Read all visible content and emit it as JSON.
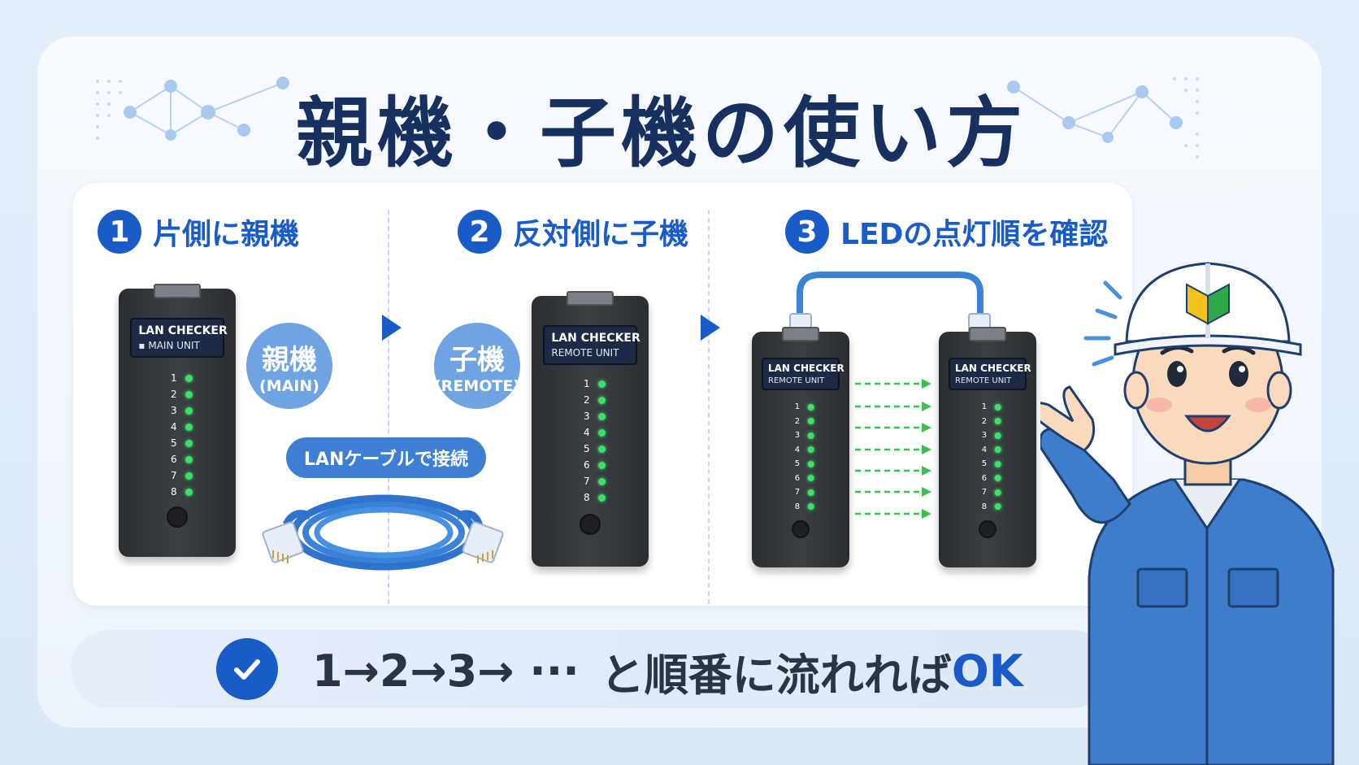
{
  "title": "親機・子機の使い方",
  "steps": [
    {
      "number": "1",
      "label": "片側に親機"
    },
    {
      "number": "2",
      "label": "反対側に子機"
    },
    {
      "number": "3",
      "label": "LEDの点灯順を確認"
    }
  ],
  "main_device": {
    "brand": "LAN CHECKER",
    "unit": "MAIN UNIT",
    "leds": [
      "1",
      "2",
      "3",
      "4",
      "5",
      "6",
      "7",
      "8"
    ]
  },
  "remote_device": {
    "brand": "LAN CHECKER",
    "unit": "REMOTE UNIT",
    "leds": [
      "1",
      "2",
      "3",
      "4",
      "5",
      "6",
      "7",
      "8"
    ]
  },
  "bubbles": {
    "main": {
      "label": "親機",
      "sub": "(MAIN)"
    },
    "remote": {
      "label": "子機",
      "sub": "(REMOTE)"
    }
  },
  "cable_label": "LANケーブルで接続",
  "bottom": {
    "sequence": "1→2→3→ ···",
    "text": "と順番に流れれば",
    "ok": "OK"
  },
  "colors": {
    "accent": "#1a5cc7",
    "title": "#17305f",
    "led": "#3ee06a",
    "cable": "#3a82d8"
  }
}
